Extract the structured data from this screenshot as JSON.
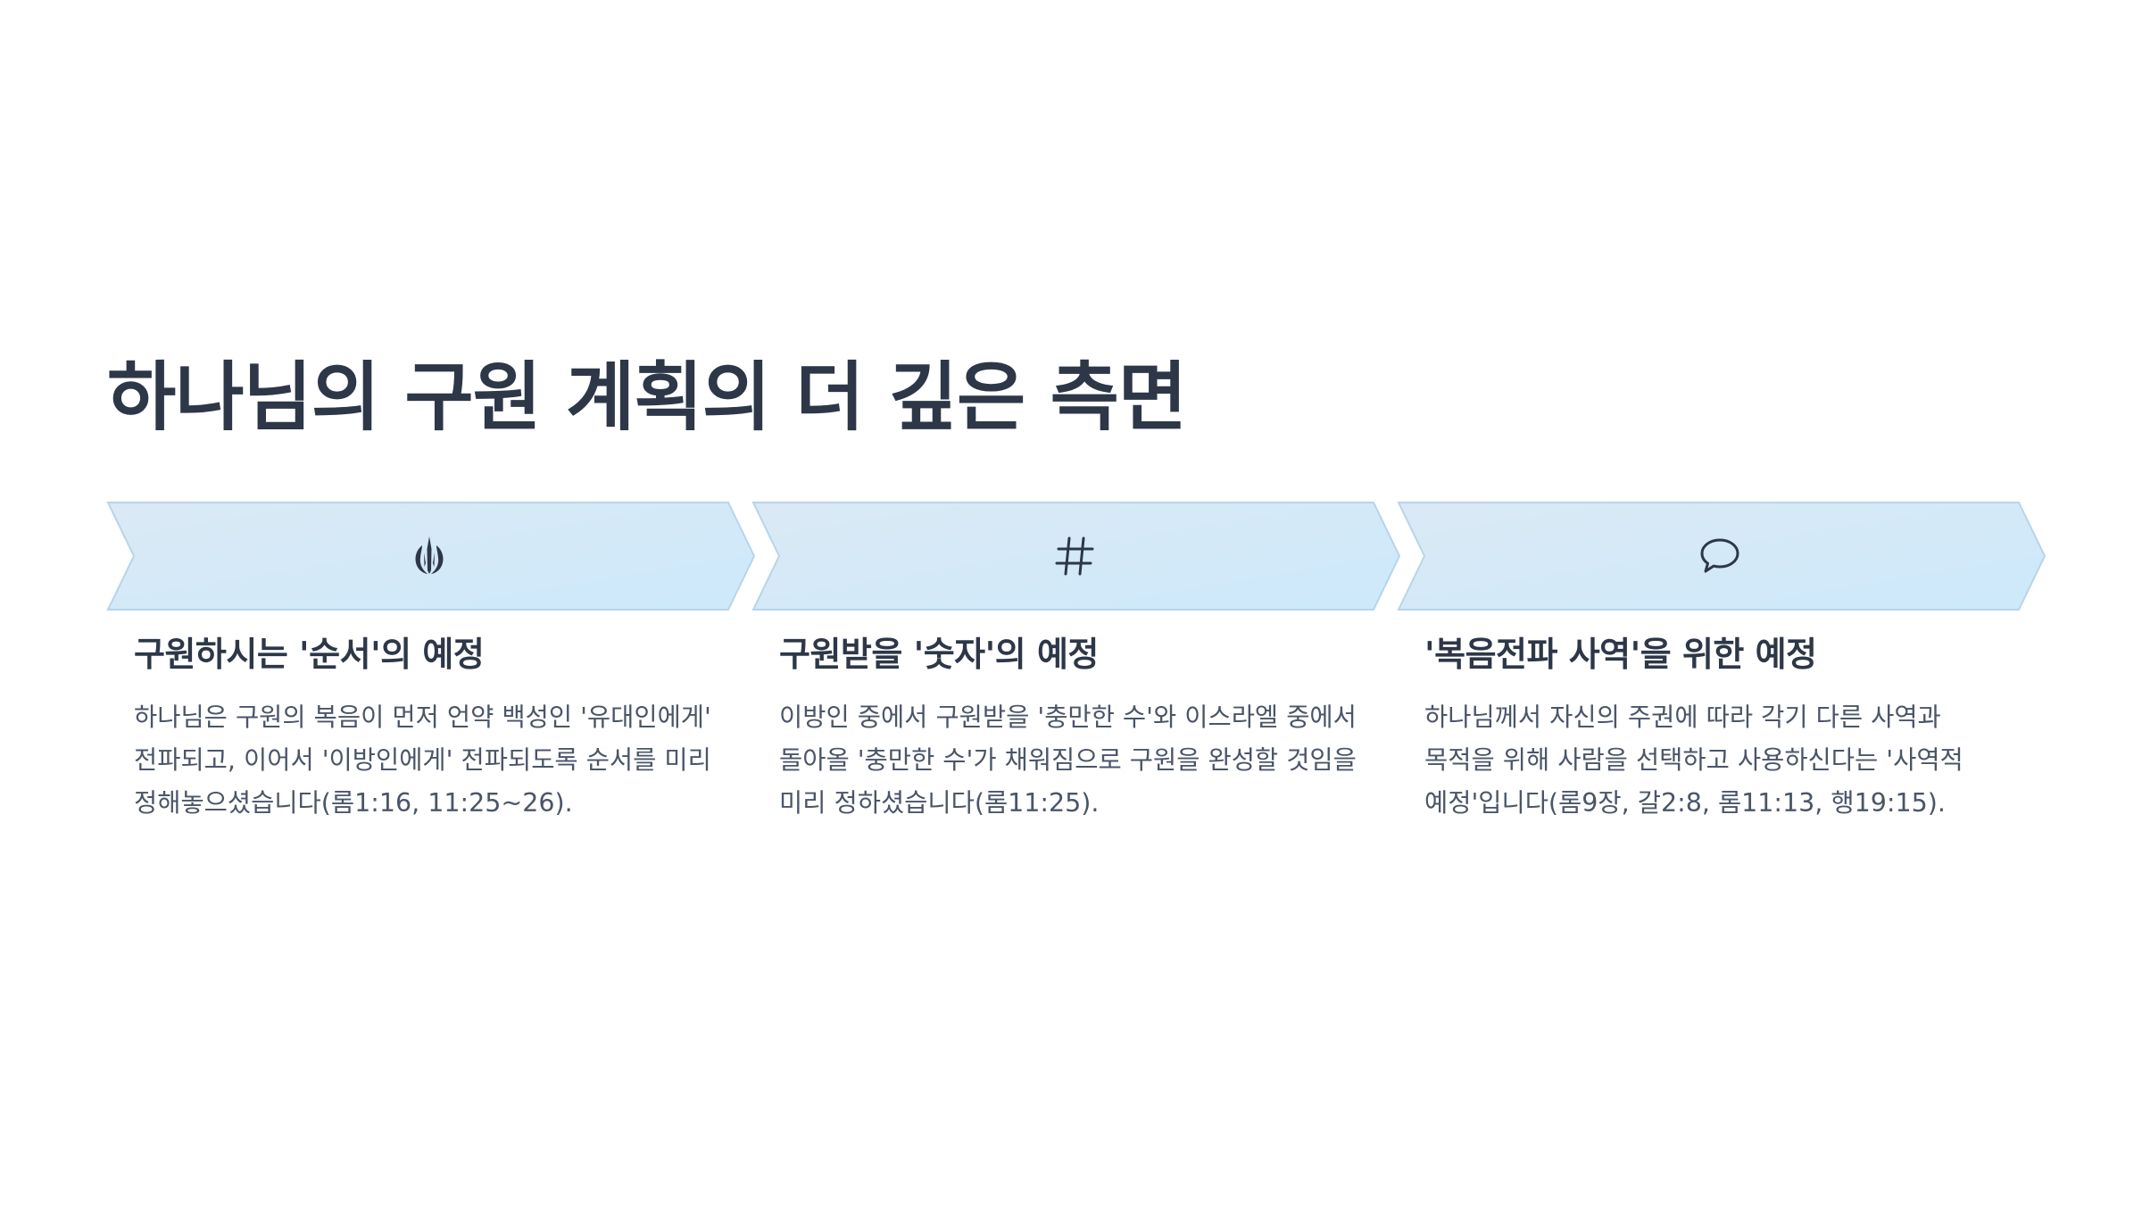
{
  "slide": {
    "title": "하나님의 구원 계획의 더 깊은 측면",
    "colors": {
      "title": "#2d3748",
      "body_text": "#4a5568",
      "chevron_fill_start": "#dbe9f5",
      "chevron_fill_end": "#cde9fb",
      "chevron_stroke": "#b7d4ea"
    },
    "steps": [
      {
        "icon": "jedi-order-icon",
        "title": "구원하시는 '순서'의 예정",
        "description": "하나님은 구원의 복음이 먼저 언약 백성인 '유대인에게' 전파되고, 이어서 '이방인에게' 전파되도록 순서를 미리 정해놓으셨습니다(롬1:16, 11:25~26)."
      },
      {
        "icon": "hashtag-icon",
        "title": "구원받을 '숫자'의 예정",
        "description": "이방인 중에서 구원받을 '충만한 수'와 이스라엘 중에서 돌아올 '충만한 수'가 채워짐으로 구원을 완성할 것임을 미리 정하셨습니다(롬11:25)."
      },
      {
        "icon": "speech-bubble-icon",
        "title": "'복음전파 사역'을 위한 예정",
        "description": "하나님께서 자신의 주권에 따라 각기 다른 사역과 목적을 위해 사람을 선택하고 사용하신다는 '사역적 예정'입니다(롬9장, 갈2:8, 롬11:13, 행19:15)."
      }
    ]
  }
}
